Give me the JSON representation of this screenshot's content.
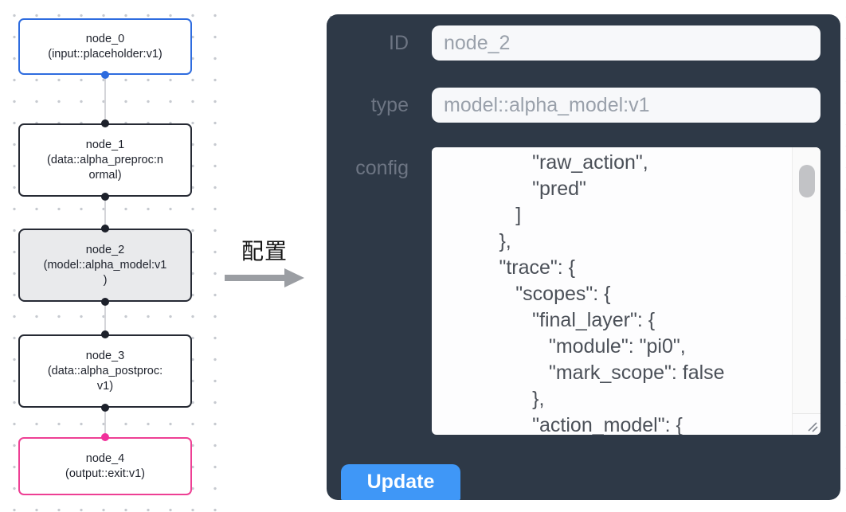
{
  "flow": {
    "nodes": [
      {
        "id": "node_0",
        "title": "node_0",
        "subtitle": "(input::placeholder:v1)"
      },
      {
        "id": "node_1",
        "title": "node_1",
        "subtitle": "(data::alpha_preproc:n\normal)"
      },
      {
        "id": "node_2",
        "title": "node_2",
        "subtitle": "(model::alpha_model:v1\n)"
      },
      {
        "id": "node_3",
        "title": "node_3",
        "subtitle": "(data::alpha_postproc:\nv1)"
      },
      {
        "id": "node_4",
        "title": "node_4",
        "subtitle": "(output::exit:v1)"
      }
    ],
    "selected_node": "node_2"
  },
  "annotation": {
    "label": "配置"
  },
  "panel": {
    "id_field": {
      "label": "ID",
      "value": "node_2"
    },
    "type_field": {
      "label": "type",
      "value": "model::alpha_model:v1"
    },
    "config_field": {
      "label": "config",
      "text": "                \"raw_action\",\n                \"pred\"\n             ]\n          },\n          \"trace\": {\n             \"scopes\": {\n                \"final_layer\": {\n                   \"module\": \"pi0\",\n                   \"mark_scope\": false\n                },\n                \"action_model\": {"
    },
    "update_label": "Update"
  },
  "colors": {
    "panel_bg": "#2e3947",
    "button_blue": "#3f97f7",
    "node_border_dark": "#262a34",
    "node_border_blue": "#2e6cdf",
    "node_border_pink": "#ee3f94",
    "selected_node_bg": "#e9eaec",
    "input_bg": "#f7f8fa",
    "input_text": "#9aa1ab",
    "label_text": "#6d7583",
    "config_text": "#4b5058",
    "edge_gray": "#d4d5d9",
    "arrow_gray": "#9b9ea3"
  }
}
